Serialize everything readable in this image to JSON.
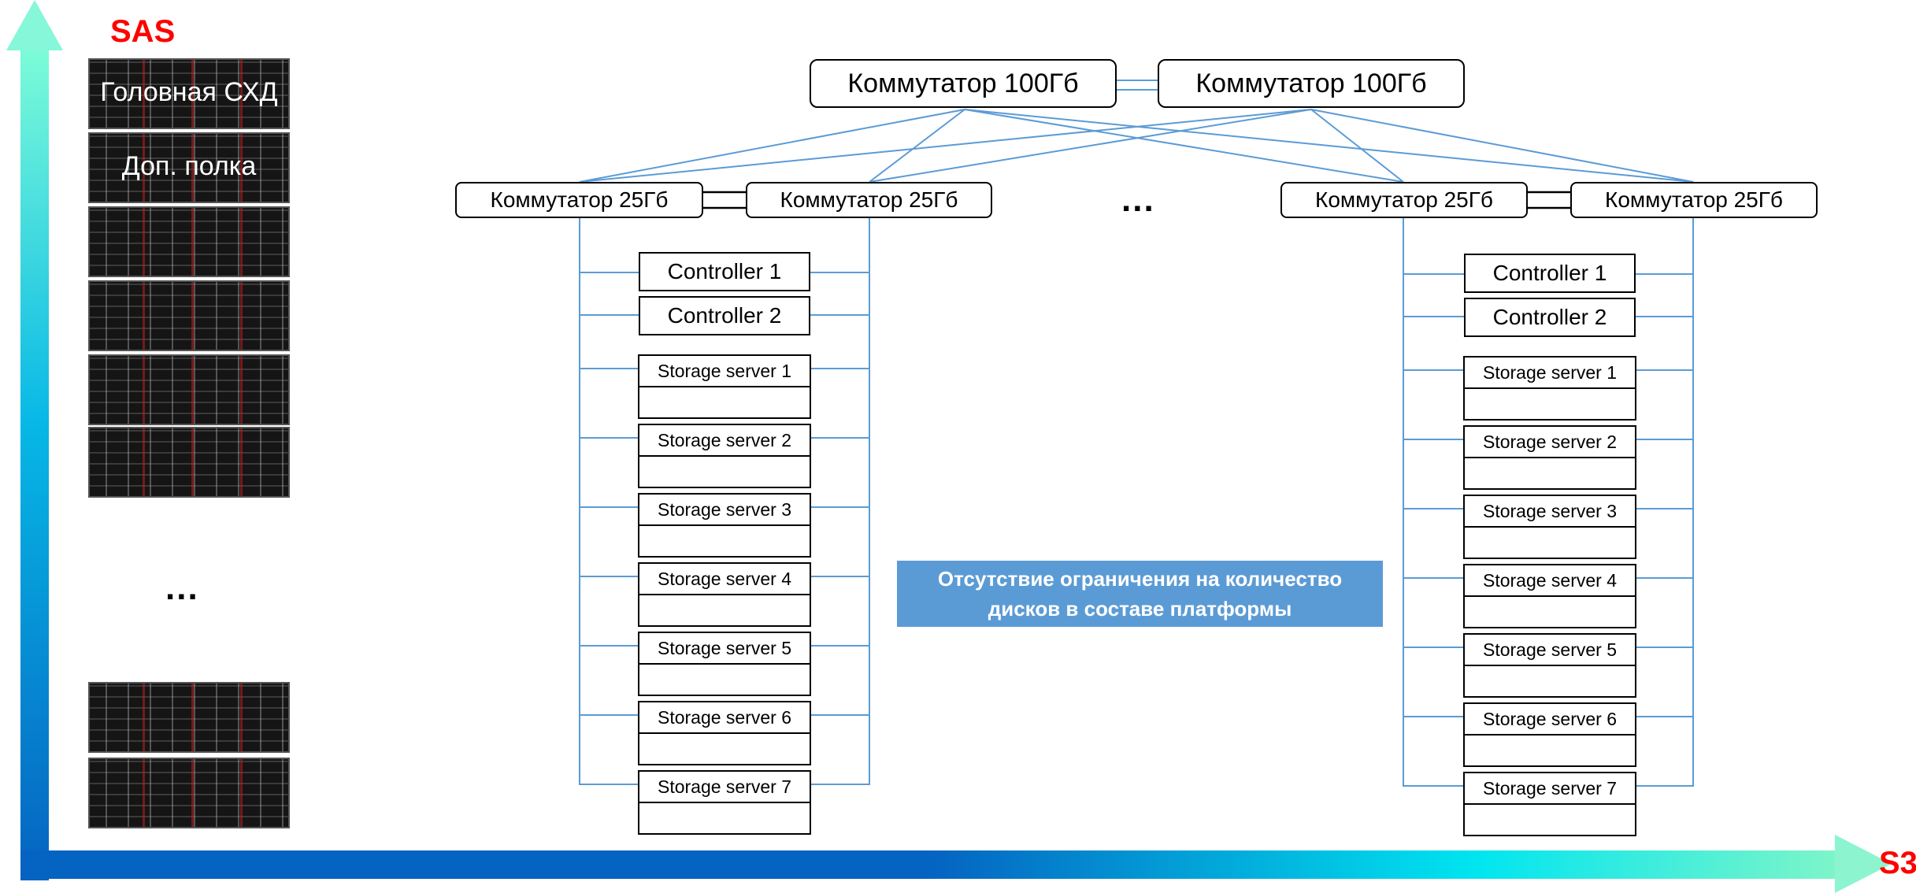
{
  "axes": {
    "y_label": "SAS",
    "x_label": "S3"
  },
  "racks": {
    "labels": [
      "Головная СХД",
      "Доп. полка"
    ],
    "ellipsis": "..."
  },
  "core_switches": [
    "Коммутатор 100Гб",
    "Коммутатор 100Гб"
  ],
  "clusters": [
    {
      "switches": [
        "Коммутатор 25Гб",
        "Коммутатор 25Гб"
      ],
      "controllers": [
        "Controller 1",
        "Controller 2"
      ],
      "servers": [
        "Storage server 1",
        "Storage server 2",
        "Storage server 3",
        "Storage server 4",
        "Storage server 5",
        "Storage server 6",
        "Storage server 7"
      ]
    },
    {
      "switches": [
        "Коммутатор 25Гб",
        "Коммутатор 25Гб"
      ],
      "controllers": [
        "Controller 1",
        "Controller 2"
      ],
      "servers": [
        "Storage server 1",
        "Storage server 2",
        "Storage server 3",
        "Storage server 4",
        "Storage server 5",
        "Storage server 6",
        "Storage server 7"
      ]
    }
  ],
  "middle_ellipsis": "...",
  "banner": {
    "line1": "Отсутствие ограничения на количество",
    "line2": "дисков в составе платформы"
  },
  "colors": {
    "axis_label": "#ff0000",
    "link_line": "#5b9bd5",
    "banner_bg": "#5b9bd5",
    "axis_start": "#0563c1",
    "axis_end": "#00ffff"
  }
}
